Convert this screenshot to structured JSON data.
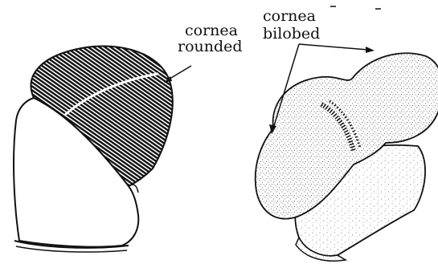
{
  "left_label": {
    "line1": "cornea",
    "line2": "rounded"
  },
  "right_label": {
    "line1": "cornea",
    "line2": "bilobed"
  },
  "colors": {
    "ink": "#111111",
    "paper": "#ffffff",
    "stipple": "#333333"
  }
}
